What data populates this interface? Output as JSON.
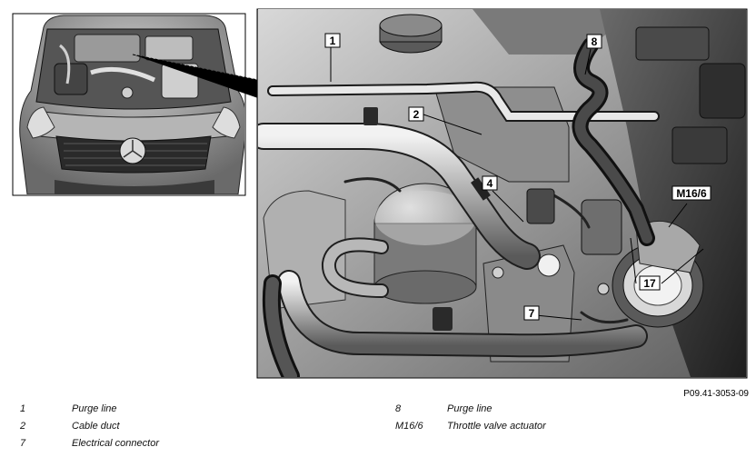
{
  "figure_id": "P09.41-3053-09",
  "callouts": {
    "c1": "1",
    "c2": "2",
    "c4": "4",
    "c7": "7",
    "c8": "8",
    "cM166": "M16/6",
    "c17": "17"
  },
  "legend": [
    {
      "num": "1",
      "text": "Purge line"
    },
    {
      "num": "2",
      "text": "Cable duct"
    },
    {
      "num": "7",
      "text": "Electrical connector"
    },
    {
      "num": "8",
      "text": "Purge line"
    },
    {
      "num": "M16/6",
      "text": "Throttle valve actuator"
    }
  ],
  "colors": {
    "background": "#ffffff",
    "outline": "#000000",
    "engine_dark": "#3c3c3c",
    "engine_mid": "#8c8c8c",
    "engine_light": "#c8c8c8",
    "highlight": "#e6e6e6"
  },
  "icons": {
    "overview": "car-front-hood-open",
    "detail": "engine-compartment-detail"
  }
}
